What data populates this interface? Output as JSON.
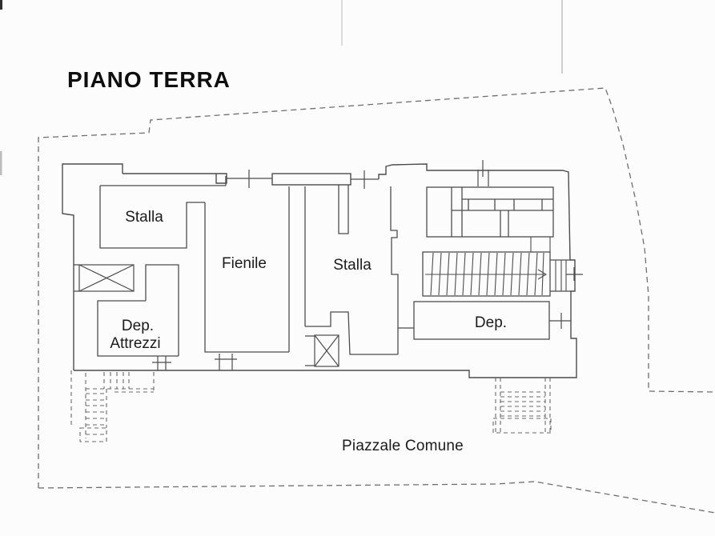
{
  "page": {
    "title": "PIANO TERRA"
  },
  "plan": {
    "rooms": [
      {
        "id": "stalla-left",
        "label": "Stalla"
      },
      {
        "id": "fienile",
        "label": "Fienile"
      },
      {
        "id": "stalla-center",
        "label": "Stalla"
      },
      {
        "id": "dep-attrezzi",
        "label_line1": "Dep.",
        "label_line2": "Attrezzi"
      },
      {
        "id": "dep",
        "label": "Dep."
      }
    ],
    "outdoor_area_label": "Piazzale Comune",
    "symbols": [
      "crossed-box-symbol-left",
      "crossed-box-symbol-center",
      "stair-run-with-direction-arrow",
      "door-opening-tick-marks",
      "dashed-parcel-boundary",
      "dashed-exterior-stairs"
    ],
    "colors": {
      "wall_ink": "#4d4d4d",
      "boundary_dash": "#6f6f6f",
      "label_ink": "#1c1c1c",
      "paper": "#fcfcfc",
      "scan_artifact_gray": "#cfcfcf"
    }
  }
}
